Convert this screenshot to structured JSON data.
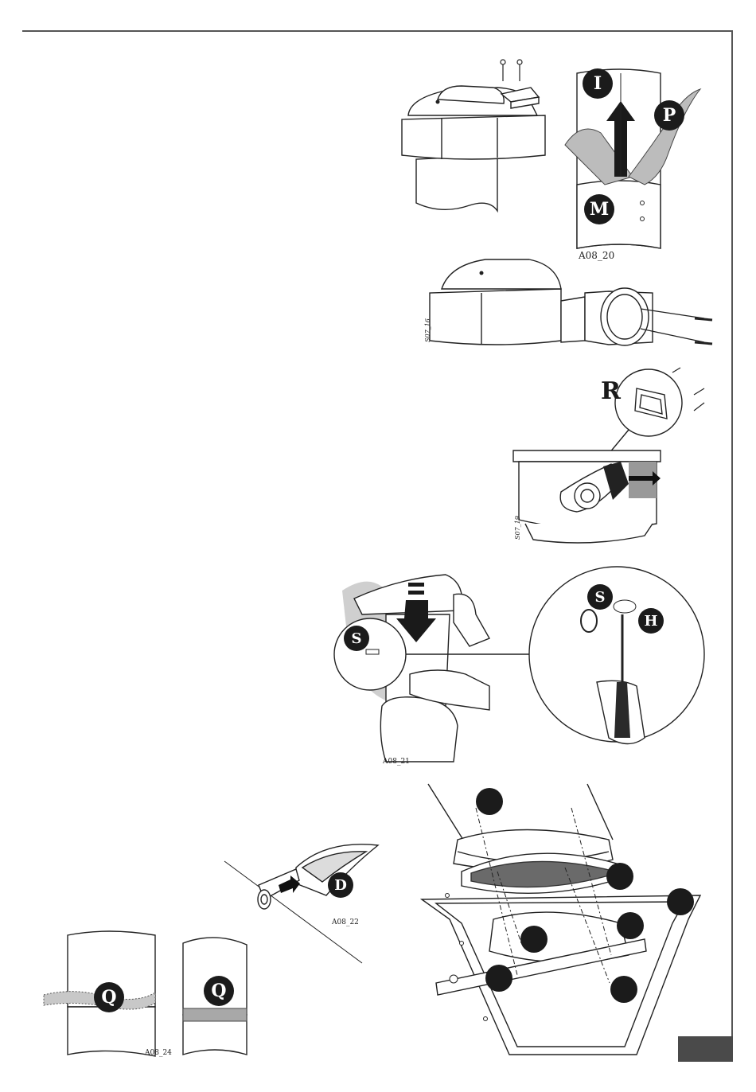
{
  "figures": {
    "fig1": {
      "code": "A08_20",
      "labels": [
        "I",
        "P",
        "M"
      ]
    },
    "fig2": {
      "code": "S07_16"
    },
    "fig3": {
      "code": "S07_19",
      "labels": [
        "R"
      ]
    },
    "fig4": {
      "code": "A08_21",
      "labels": [
        "S",
        "S",
        "H"
      ]
    },
    "fig5": {
      "code": "A08_22",
      "labels": [
        "D"
      ]
    },
    "fig6": {
      "code": "A08_24",
      "labels": [
        "Q",
        "Q"
      ]
    }
  }
}
